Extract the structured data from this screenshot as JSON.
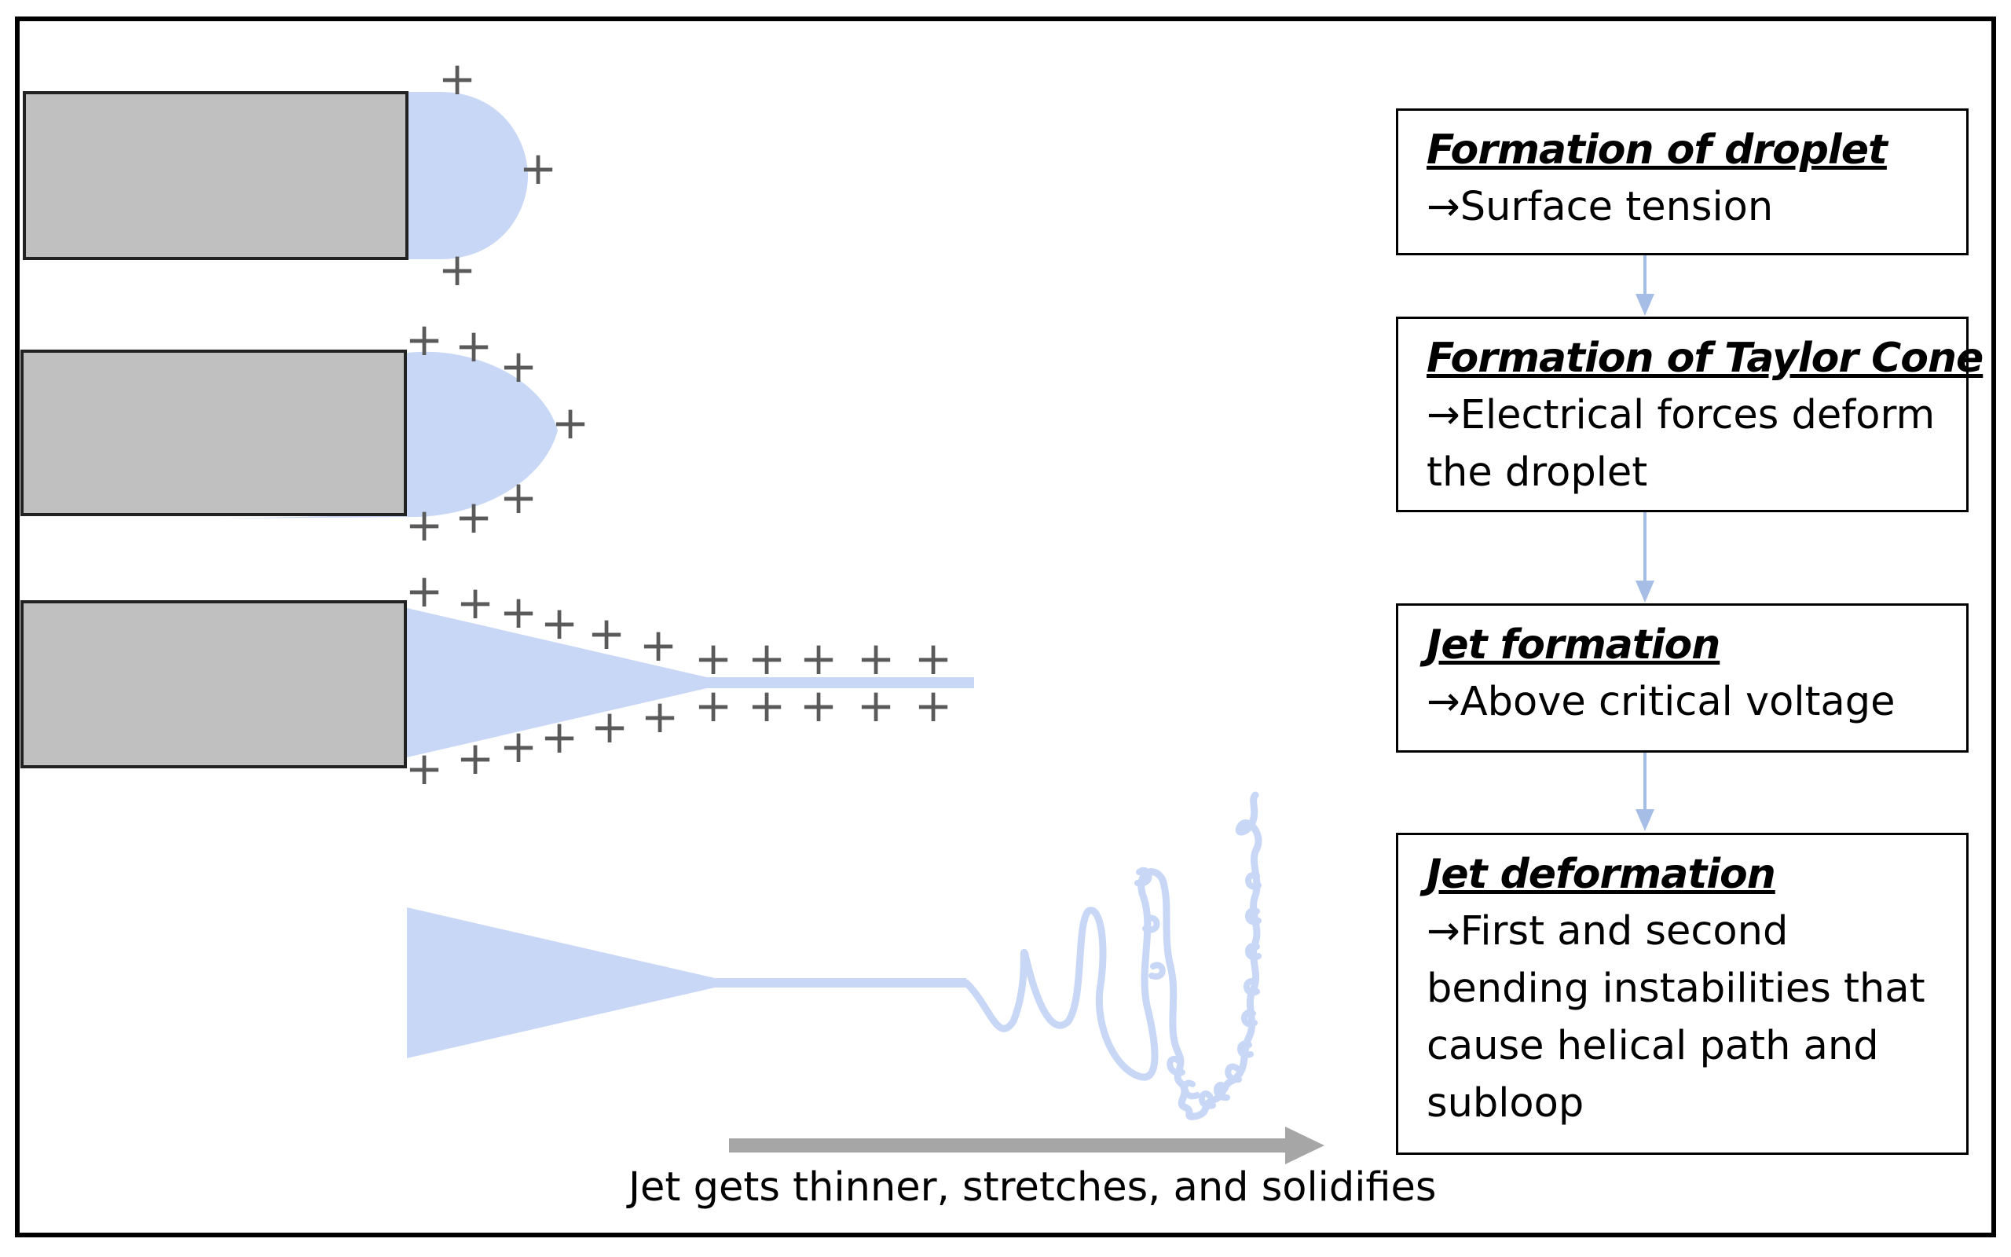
{
  "steps": [
    {
      "title": "Formation of droplet",
      "arrow": "→",
      "body": "Surface tension"
    },
    {
      "title": "Formation of Taylor Cone",
      "arrow": "→",
      "body": "Electrical forces deform the droplet"
    },
    {
      "title": "Jet formation",
      "arrow": "→",
      "body": "Above critical voltage"
    },
    {
      "title": "Jet deformation",
      "arrow": "→",
      "body": "First and second bending instabilities that cause helical path and subloop"
    }
  ],
  "caption": "Jet gets thinner, stretches, and solidifies",
  "charge_symbol": "+",
  "colors": {
    "nozzle_fill": "#c0c0c0",
    "fluid": "#c9d7f6",
    "flow_arrow": "#a6bde6",
    "caption_arrow": "#a6a6a6",
    "charge": "#5a5a5a",
    "border": "#000000"
  }
}
